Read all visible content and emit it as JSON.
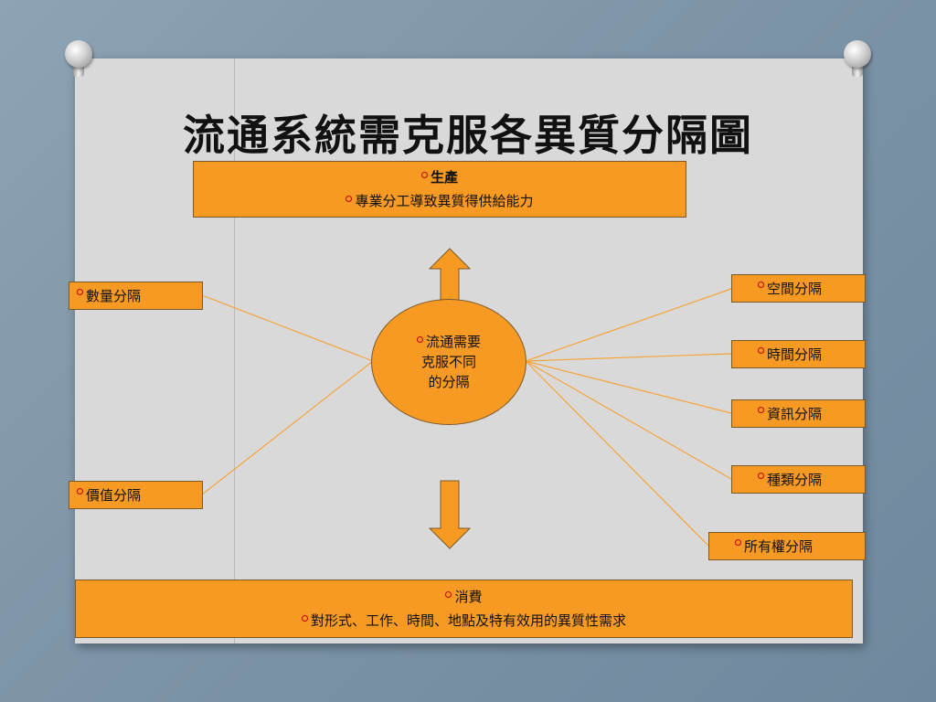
{
  "title": "流通系統需克服各異質分隔圖",
  "production": {
    "head": "生產",
    "detail": "專業分工導致異質得供給能力"
  },
  "consumption": {
    "head": "消費",
    "detail": "對形式、工作、時間、地點及特有效用的異質性需求"
  },
  "hub": {
    "line1": "流通需要",
    "line2": "克服不同",
    "line3": "的分隔"
  },
  "left_nodes": [
    "數量分隔",
    "價值分隔"
  ],
  "right_nodes": [
    "空間分隔",
    "時間分隔",
    "資訊分隔",
    "種類分隔",
    "所有權分隔"
  ],
  "colors": {
    "node_fill": "#f79a23",
    "connector": "#f79a23",
    "bullet": "#c00000",
    "board": "#d9d9d9"
  }
}
